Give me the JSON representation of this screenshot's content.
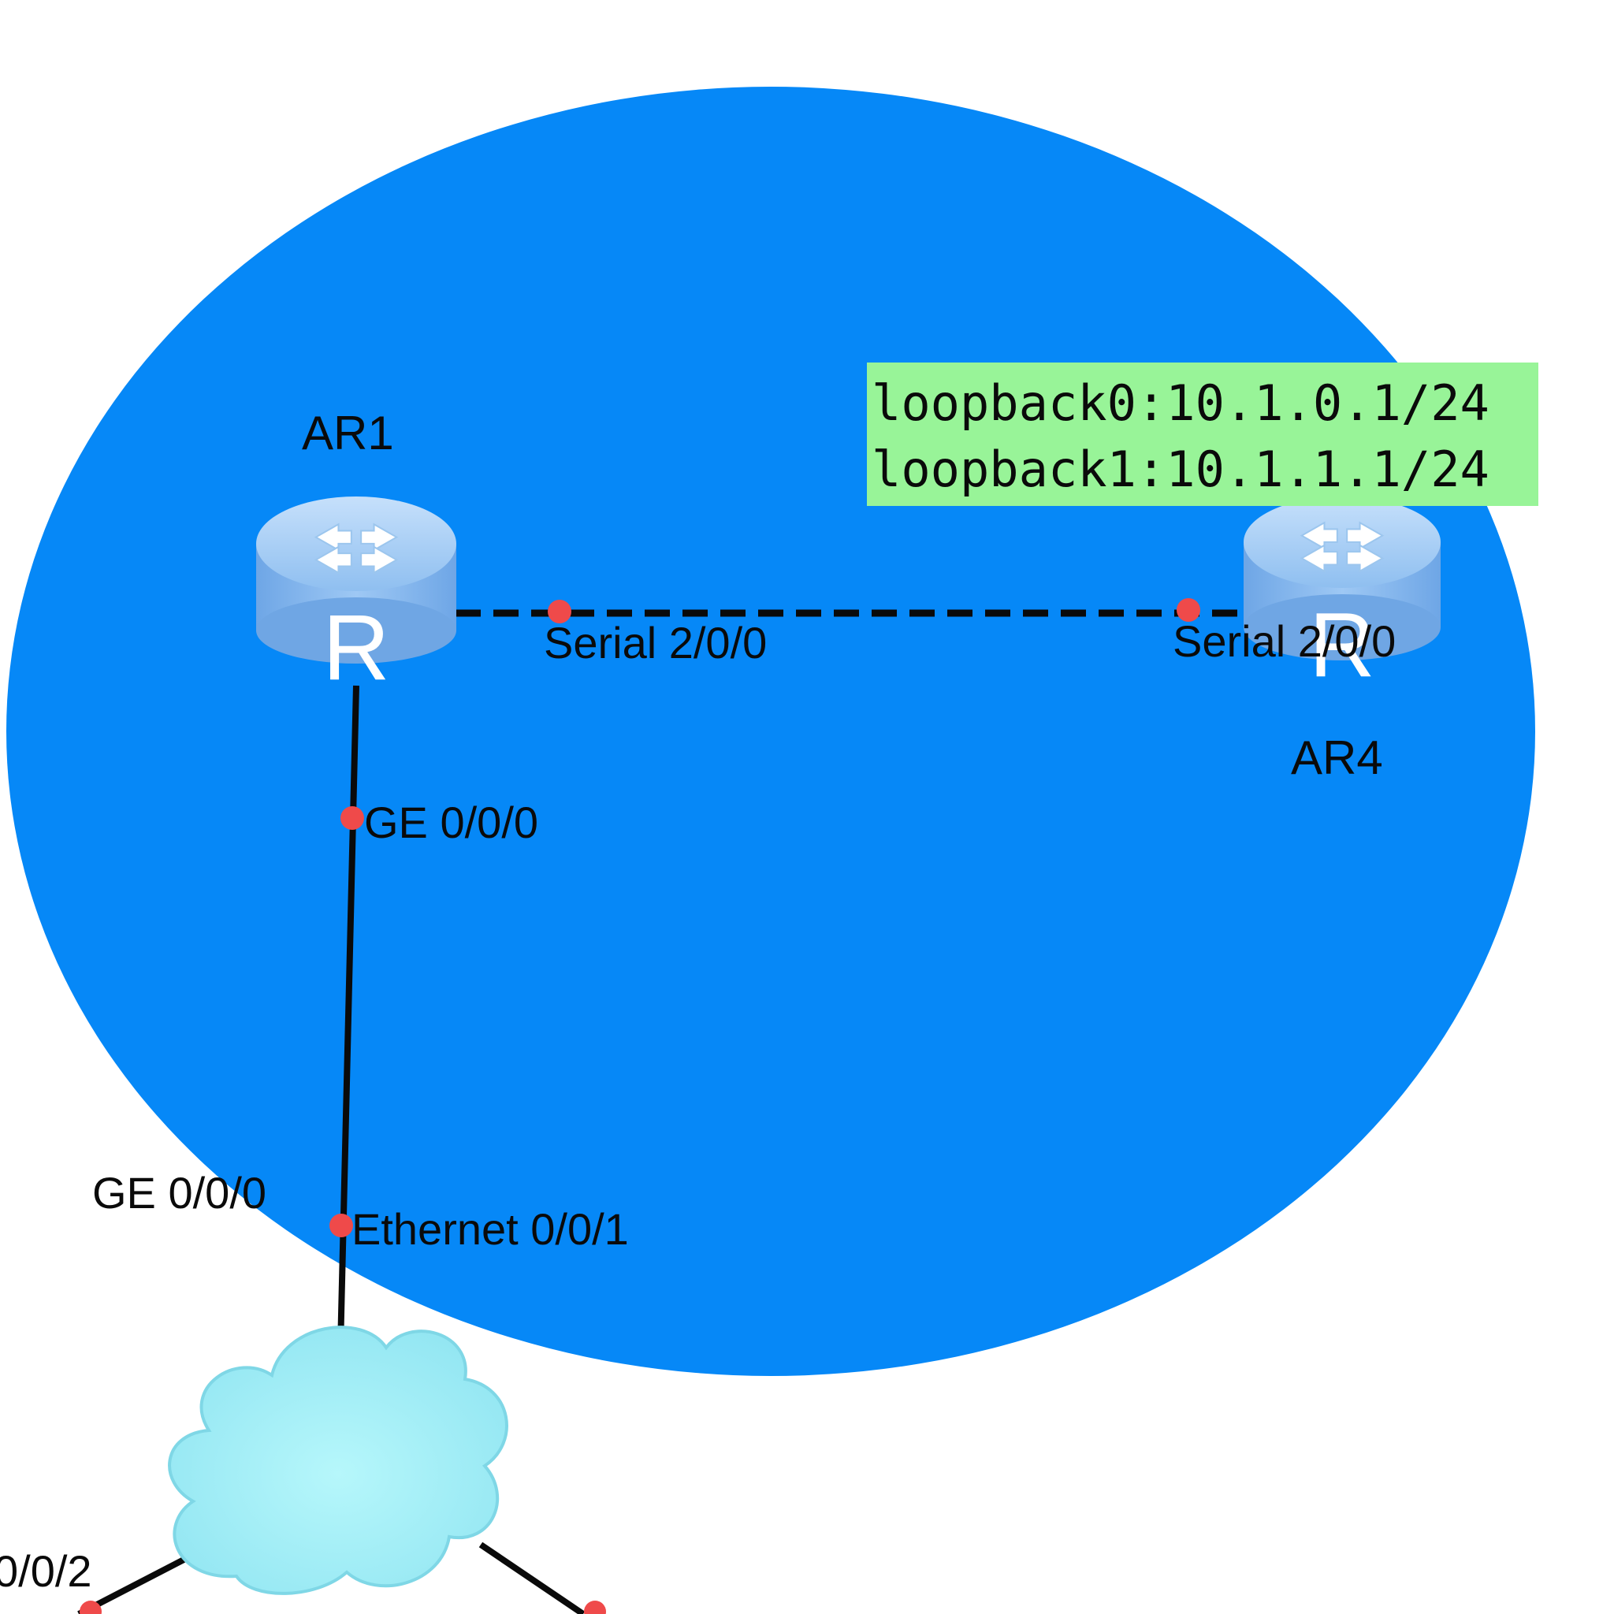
{
  "colors": {
    "area_fill": "#0688f7",
    "area_edge": "#0478ee",
    "link": "#0a0a0a",
    "port_dot": "#ef4a4a",
    "router_top": "#a9cdf3",
    "router_side": "#7fb0e6",
    "cloud_fill": "#a8f2f8",
    "cloud_edge": "#7fd7e6",
    "loopback_bg": "#98f498"
  },
  "nodes": {
    "ar1": {
      "name": "AR1",
      "icon": "router-icon",
      "glyph": "R"
    },
    "ar4": {
      "name": "AR4",
      "icon": "router-icon",
      "glyph": "R"
    },
    "cloud": {
      "icon": "cloud-icon"
    }
  },
  "links": {
    "serial": {
      "style": "dashed",
      "ar1_port": "Serial 2/0/0",
      "ar4_port": "Serial 2/0/0"
    },
    "uplink": {
      "style": "solid",
      "ar1_port": "GE 0/0/0",
      "cloud_port": "Ethernet 0/0/1"
    },
    "cloud_left": {
      "side_label": "GE 0/0/0",
      "end_label": "0/0/2"
    }
  },
  "loopbacks": [
    "loopback0:10.1.0.1/24",
    "loopback1:10.1.1.1/24"
  ]
}
